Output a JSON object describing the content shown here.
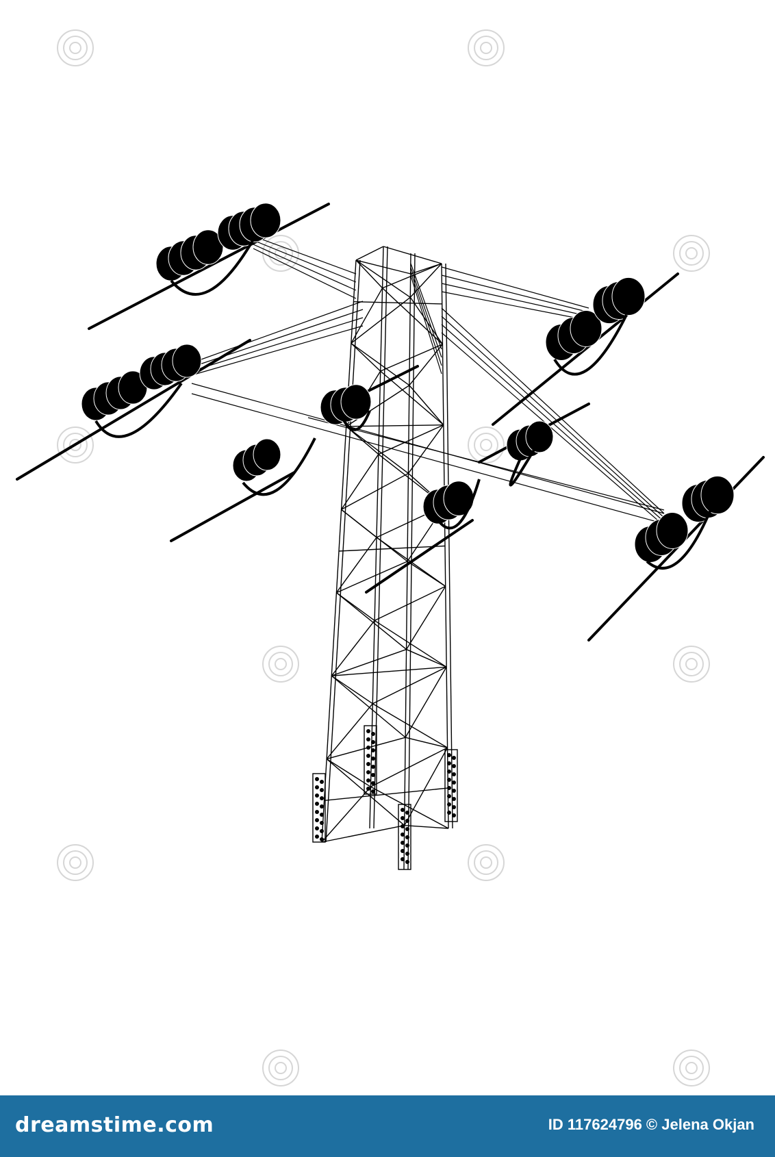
{
  "image": {
    "subject": "power-transmission-tower",
    "colors": {
      "lines": "#000000",
      "background": "#ffffff",
      "footer": "#1e6fa0"
    }
  },
  "watermark": {
    "text": "dreamstime.com",
    "icon": "swirl-logo"
  },
  "footer": {
    "brand": "dreamstime.com",
    "credit": "ID 117624796 © Jelena Okjan"
  }
}
